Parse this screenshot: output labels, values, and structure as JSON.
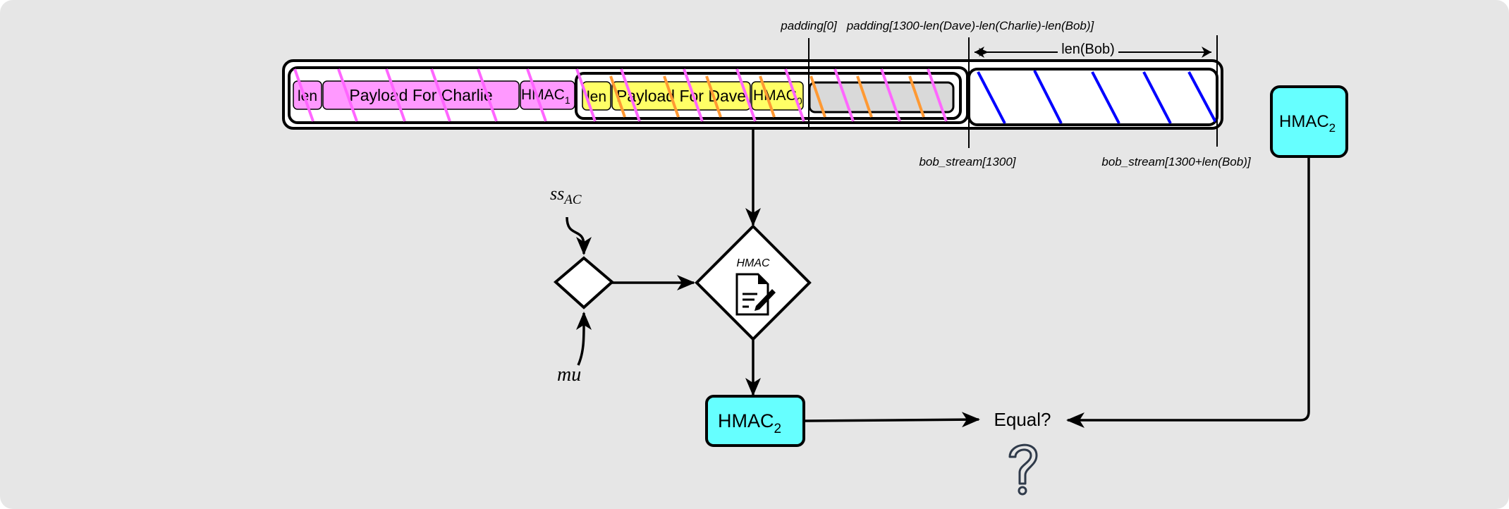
{
  "diagram": {
    "title": "Onion packet HMAC verification with padding",
    "colors": {
      "background": "#e6e6e6",
      "charlie_fill": "#ff99ff",
      "dave_fill": "#ffff66",
      "padding_fill": "#d9d9d9",
      "hmac_box_fill": "#66ffff",
      "stripe_charlie": "#ff66ff",
      "stripe_dave": "#ff9933",
      "stripe_bob": "#0000ff",
      "question_icon": "#2f3a4a"
    },
    "packet": {
      "charlie_segments": [
        {
          "label": "len"
        },
        {
          "label": "Payload For Charlie"
        },
        {
          "label": "HMAC",
          "subscript": "1"
        }
      ],
      "dave_segments": [
        {
          "label": "len"
        },
        {
          "label": "Payload For Dave"
        },
        {
          "label": "HMAC",
          "subscript": "0"
        }
      ],
      "padding_segment": {
        "label": ""
      },
      "bob_segment": {
        "label": ""
      }
    },
    "annotations": {
      "padding_start": "padding[0]",
      "padding_end": "padding[1300-len(Dave)-len(Charlie)-len(Bob)]",
      "len_bob": "len(Bob)",
      "bob_stream_start": "bob_stream[1300]",
      "bob_stream_end": "bob_stream[1300+len(Bob)]"
    },
    "inputs": {
      "ss_ac": {
        "base": "ss",
        "subscript": "AC"
      },
      "mu": "mu"
    },
    "hmac_node": {
      "label": "HMAC",
      "icon": "document-sign-icon"
    },
    "computed_hmac": {
      "label": "HMAC",
      "subscript": "2"
    },
    "received_hmac": {
      "label": "HMAC",
      "subscript": "2"
    },
    "compare": {
      "label": "Equal?",
      "icon": "question-mark-icon"
    }
  }
}
